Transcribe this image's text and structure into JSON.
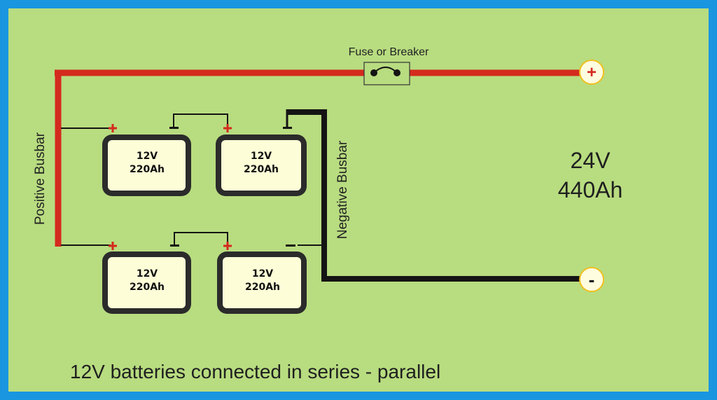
{
  "colors": {
    "frame": "#1a95df",
    "background": "#b8dc80",
    "positive_wire": "#d42a1e",
    "negative_wire": "#141414",
    "battery_body": "#2b2b2b",
    "battery_face": "#fdfdd8",
    "terminal_fill": "#fffde0",
    "terminal_border": "#f0c020"
  },
  "labels": {
    "fuse": "Fuse or Breaker",
    "positive_busbar": "Positive Busbar",
    "negative_busbar": "Negative Busbar",
    "voltage": "24V",
    "capacity": "440Ah",
    "caption": "12V batteries connected in series - parallel",
    "plus_symbol": "+",
    "minus_symbol": "-"
  },
  "batteries": [
    {
      "id": "top-left",
      "voltage": "12V",
      "capacity": "220Ah"
    },
    {
      "id": "top-right",
      "voltage": "12V",
      "capacity": "220Ah"
    },
    {
      "id": "bottom-left",
      "voltage": "12V",
      "capacity": "220Ah"
    },
    {
      "id": "bottom-right",
      "voltage": "12V",
      "capacity": "220Ah"
    }
  ],
  "icons": {
    "positive_output": "plus-terminal-icon",
    "negative_output": "minus-terminal-icon",
    "fuse": "fuse-icon"
  }
}
